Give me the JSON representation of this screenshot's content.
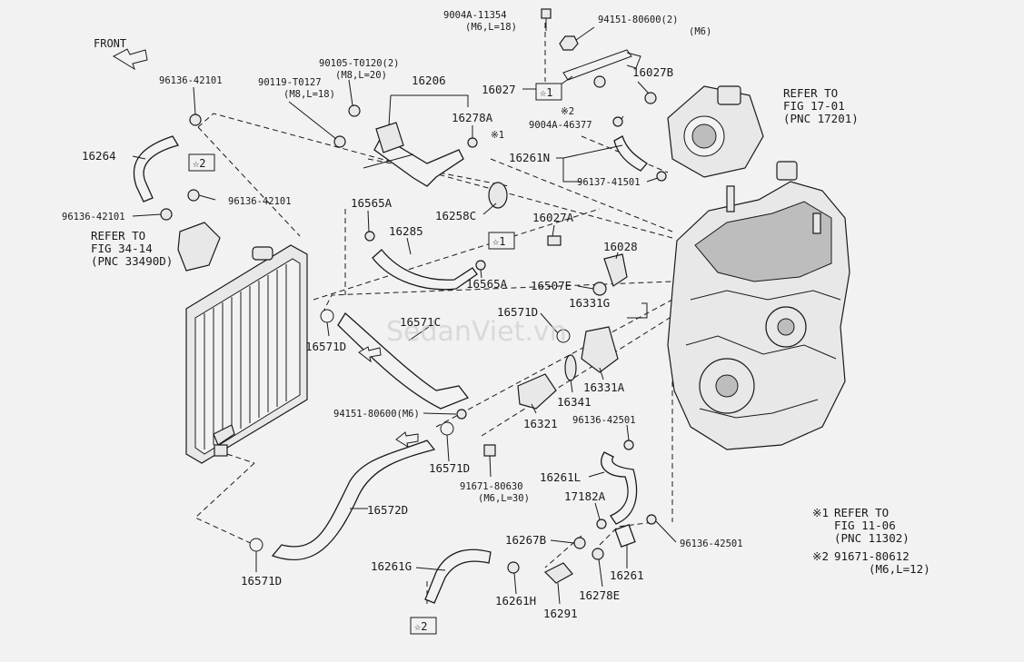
{
  "watermark": "SedanViet.vn",
  "front_label": "FRONT",
  "star1_ref": "☆1",
  "star2_ref": "☆2",
  "notes": [
    {
      "mark": "※1",
      "line1": "REFER TO",
      "line2": "FIG 11-06",
      "line3": "(PNC 11302)"
    },
    {
      "mark": "※2",
      "line1": "91671-80612",
      "line2": "(M6,L=12)",
      "line3": ""
    }
  ],
  "refer_blocks": [
    {
      "line1": "REFER TO",
      "line2": "FIG 17-01",
      "line3": "(PNC 17201)"
    },
    {
      "line1": "REFER TO",
      "line2": "FIG 34-14",
      "line3": "(PNC 33490D)"
    }
  ],
  "labels": {
    "p9004A_11354": "9004A-11354",
    "p9004A_11354_spec": "(M6,L=18)",
    "p94151_80600_2": "94151-80600(2)",
    "p94151_80600_2_spec": "(M6)",
    "p90105": "90105-T0120(2)",
    "p90105_spec": "(M8,L=20)",
    "p90119": "90119-T0127",
    "p90119_spec": "(M8,L=18)",
    "p96136_top": "96136-42101",
    "p16206": "16206",
    "p16027": "16027",
    "p16027B": "16027B",
    "p16278A": "16278A",
    "p16278A_mark": "※1",
    "p9004A_46377": "9004A-46377",
    "p9004A_46377_mark": "※2",
    "p16264": "16264",
    "p96136_mid": "96136-42101",
    "p96136_left": "96136-42101",
    "p16261N": "16261N",
    "p96137": "96137-41501",
    "p16565A_top": "16565A",
    "p16285": "16285",
    "p16258C": "16258C",
    "p16027A": "16027A",
    "p16028": "16028",
    "p16565A_bot": "16565A",
    "p16507E": "16507E",
    "p16331G": "16331G",
    "p16571D_a": "16571D",
    "p16571C": "16571C",
    "p16571D_b": "16571D",
    "p16341": "16341",
    "p16331A": "16331A",
    "p16321": "16321",
    "p94151_m6": "94151-80600(M6)",
    "p96136_42501_a": "96136-42501",
    "p16571D_c": "16571D",
    "p91671": "91671-80630",
    "p91671_spec": "(M6,L=30)",
    "p16261L": "16261L",
    "p17182A": "17182A",
    "p16572D": "16572D",
    "p16267B": "16267B",
    "p96136_42501_b": "96136-42501",
    "p16261G": "16261G",
    "p16261": "16261",
    "p16278E": "16278E",
    "p16571D_d": "16571D",
    "p16261H": "16261H",
    "p16291": "16291"
  }
}
